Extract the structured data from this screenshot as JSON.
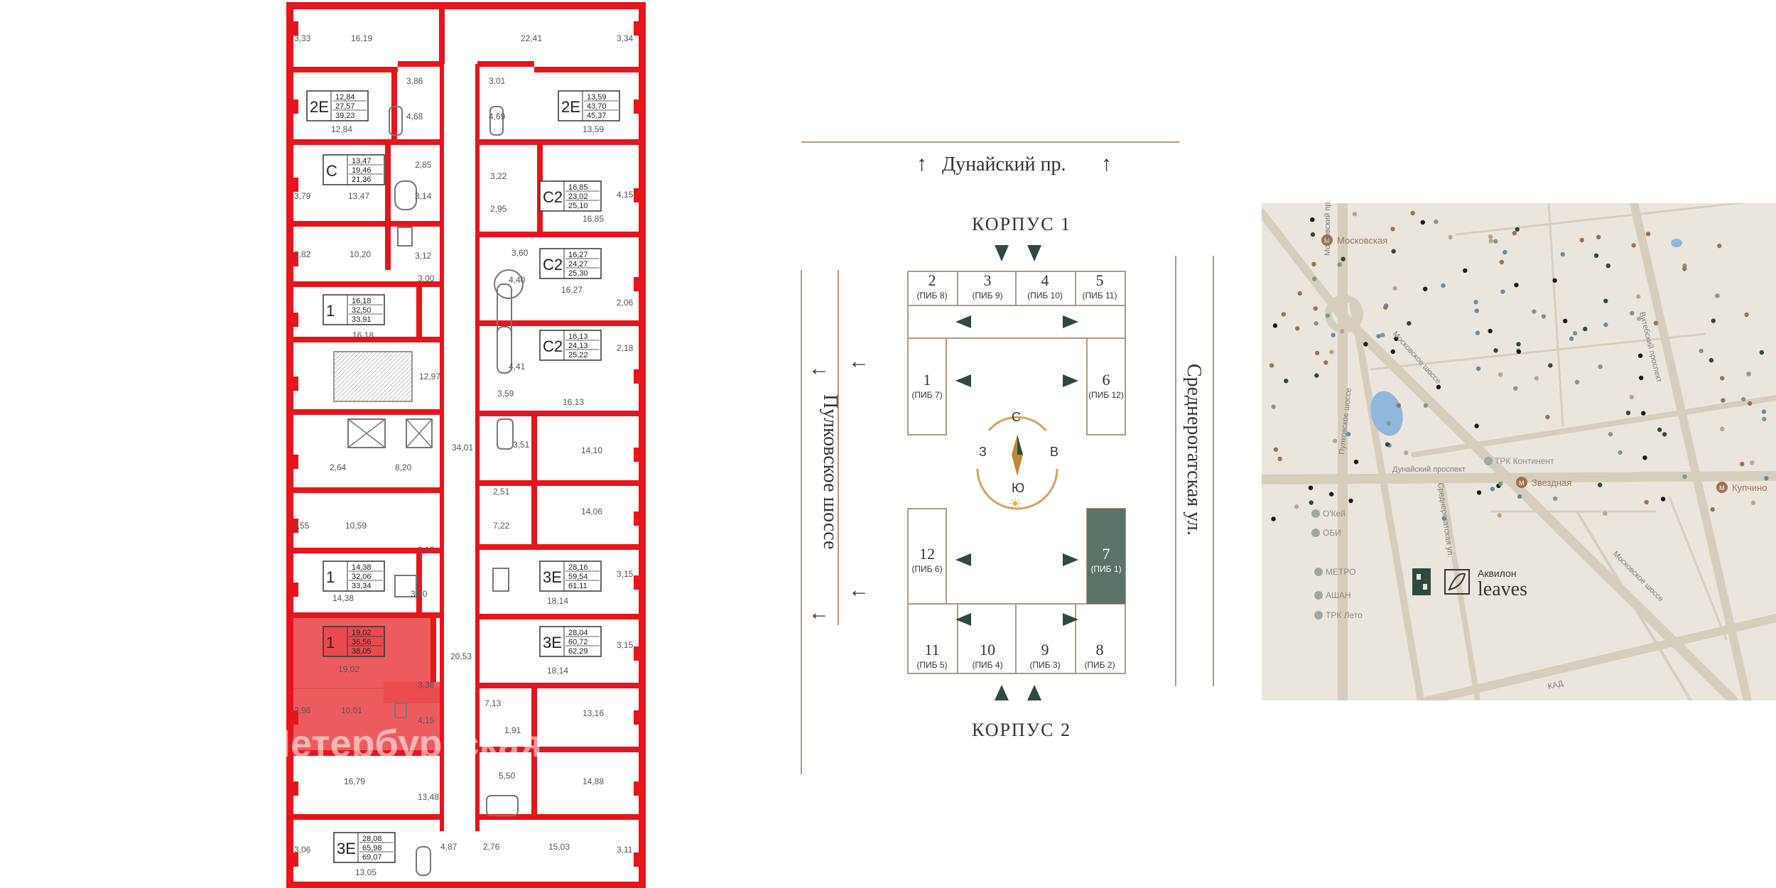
{
  "colors": {
    "wall": "#e8141c",
    "selected": "#ea4a4e",
    "grid_line": "#b6977e",
    "section_highlight": "#5b7268",
    "map_bg": "#ebe6dd",
    "map_road": "#d6cdbd",
    "map_label": "#a07152",
    "watermark": "#e9e9e9",
    "lake": "#8fb8dc"
  },
  "floor_plan": {
    "units": [
      {
        "type": "2Е",
        "areas": [
          "12,84",
          "27,57",
          "39,23"
        ]
      },
      {
        "type": "2Е",
        "areas": [
          "13,59",
          "43,70",
          "45,37"
        ]
      },
      {
        "type": "С",
        "areas": [
          "13,47",
          "19,46",
          "21,36"
        ]
      },
      {
        "type": "С2",
        "areas": [
          "16,85",
          "23,02",
          "25,10"
        ]
      },
      {
        "type": "С2",
        "areas": [
          "16,27",
          "24,27",
          "25,30"
        ]
      },
      {
        "type": "1",
        "areas": [
          "16,18",
          "32,50",
          "33,91"
        ]
      },
      {
        "type": "С2",
        "areas": [
          "16,13",
          "24,13",
          "25,22"
        ]
      },
      {
        "type": "1",
        "areas": [
          "14,38",
          "32,06",
          "33,34"
        ]
      },
      {
        "type": "3Е",
        "areas": [
          "28,16",
          "59,54",
          "61,11"
        ]
      },
      {
        "type": "1",
        "areas": [
          "19,02",
          "36,56",
          "38,05"
        ]
      },
      {
        "type": "3Е",
        "areas": [
          "28,04",
          "60,72",
          "62,29"
        ]
      },
      {
        "type": "3Е",
        "areas": [
          "28,08",
          "65,98",
          "69,07"
        ]
      }
    ],
    "room_labels": [
      "16,19",
      "22,41",
      "3,33",
      "3,34",
      "3,86",
      "3,01",
      "4,68",
      "4,69",
      "12,84",
      "13,59",
      "2,85",
      "3,22",
      "3,79",
      "13,47",
      "3,14",
      "2,95",
      "4,15",
      "16,85",
      "2,82",
      "10,20",
      "3,12",
      "3,60",
      "3,00",
      "4,40",
      "2,06",
      "16,27",
      "16,18",
      "2,18",
      "12,97",
      "4,41",
      "3,59",
      "16,13",
      "3,51",
      "14,10",
      "34,01",
      "2,64",
      "8,20",
      "2,51",
      "2,55",
      "10,59",
      "7,22",
      "14,06",
      "3,19",
      "3,15",
      "3,90",
      "14,38",
      "18,14",
      "20,53",
      "3,15",
      "19,02",
      "3,38",
      "18,14",
      "2,98",
      "10,01",
      "4,15",
      "7,13",
      "13,16",
      "1,91",
      "16,79",
      "5,50",
      "14,88",
      "13,48",
      "3,06",
      "4,87",
      "2,76",
      "15,03",
      "3,11",
      "13,05"
    ],
    "watermark": "Петербургская"
  },
  "scheme": {
    "street_top": "Дунайский пр.",
    "street_left": "Пулковское шоссе",
    "street_right": "Среднерогатская ул.",
    "korpus_top": "КОРПУС 1",
    "korpus_bottom": "КОРПУС 2",
    "compass": {
      "n": "С",
      "s": "Ю",
      "w": "З",
      "e": "В"
    },
    "sections": [
      {
        "num": "2",
        "sub": "(ПИБ 8)"
      },
      {
        "num": "3",
        "sub": "(ПИБ 9)"
      },
      {
        "num": "4",
        "sub": "(ПИБ 10)"
      },
      {
        "num": "5",
        "sub": "(ПИБ 11)"
      },
      {
        "num": "1",
        "sub": "(ПИБ 7)"
      },
      {
        "num": "6",
        "sub": "(ПИБ 12)"
      },
      {
        "num": "12",
        "sub": "(ПИБ 6)"
      },
      {
        "num": "7",
        "sub": "(ПИБ 1)"
      },
      {
        "num": "11",
        "sub": "(ПИБ 5)"
      },
      {
        "num": "10",
        "sub": "(ПИБ 4)"
      },
      {
        "num": "9",
        "sub": "(ПИБ 3)"
      },
      {
        "num": "8",
        "sub": "(ПИБ 2)"
      }
    ],
    "selected_section": "7"
  },
  "map": {
    "labels": {
      "metro_moskovskaya": "Московская",
      "metro_zvezdnaya": "Звездная",
      "metro_kupchino": "Купчино",
      "trk_kontinent": "ТРК Континент",
      "okey": "О'Кей",
      "obi": "ОБИ",
      "metro_store": "МЕТРО",
      "auchan": "АШАН",
      "trk_leto": "ТРК Лето",
      "dunaysky": "Дунайский проспект",
      "moskovskoe_1": "Московское шоссе",
      "moskovskoe_2": "Московское шоссе",
      "pulkovskoe": "Пулковское шоссе",
      "srednerogatskaya": "Среднерогатская ул.",
      "vitebsky": "Витебский проспект",
      "moskovsky_pr": "Московский пр.",
      "kad": "КАД",
      "brand_small": "Аквилон",
      "brand_big": "leaves"
    }
  }
}
